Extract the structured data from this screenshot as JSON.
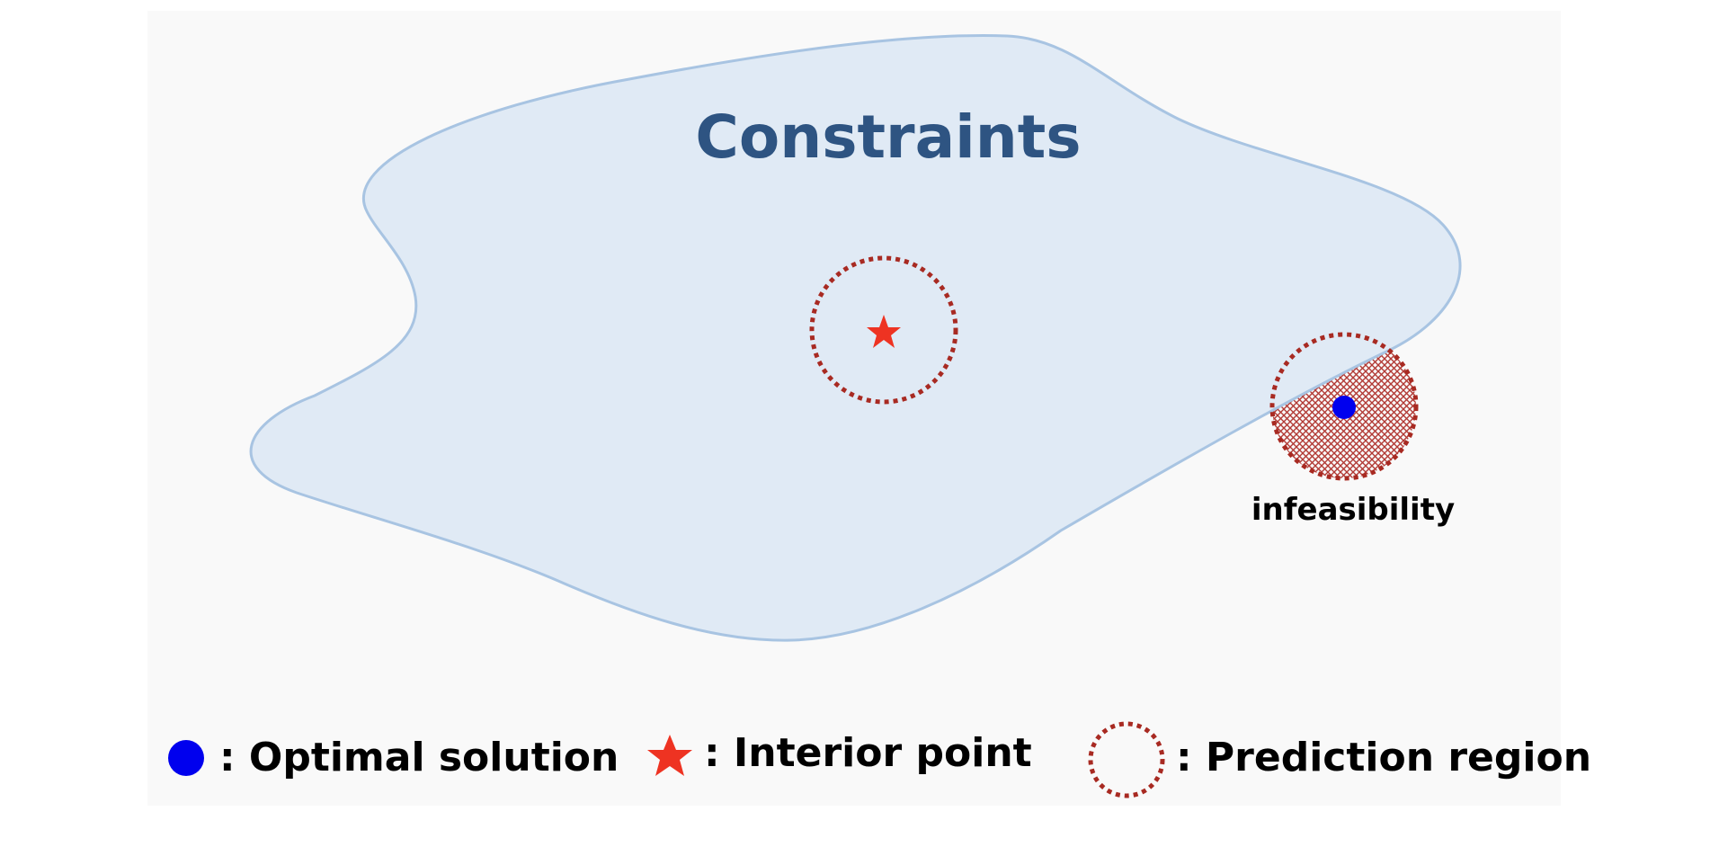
{
  "diagram": {
    "title": "Constraints",
    "annotation": "infeasibility",
    "legend": [
      {
        "marker": "blue-dot",
        "label": ": Optimal solution"
      },
      {
        "marker": "red-star",
        "label": ": Interior point"
      },
      {
        "marker": "dotted-circle",
        "label": ": Prediction region"
      }
    ]
  },
  "colors": {
    "region_fill": "#e0eaf5",
    "region_stroke": "#a8c4e2",
    "title": "#2e5482",
    "dotted_circle": "#a82a22",
    "optimal_point": "#0000ee",
    "star": "#ee3322",
    "panel_background": "#f9f9f9"
  }
}
